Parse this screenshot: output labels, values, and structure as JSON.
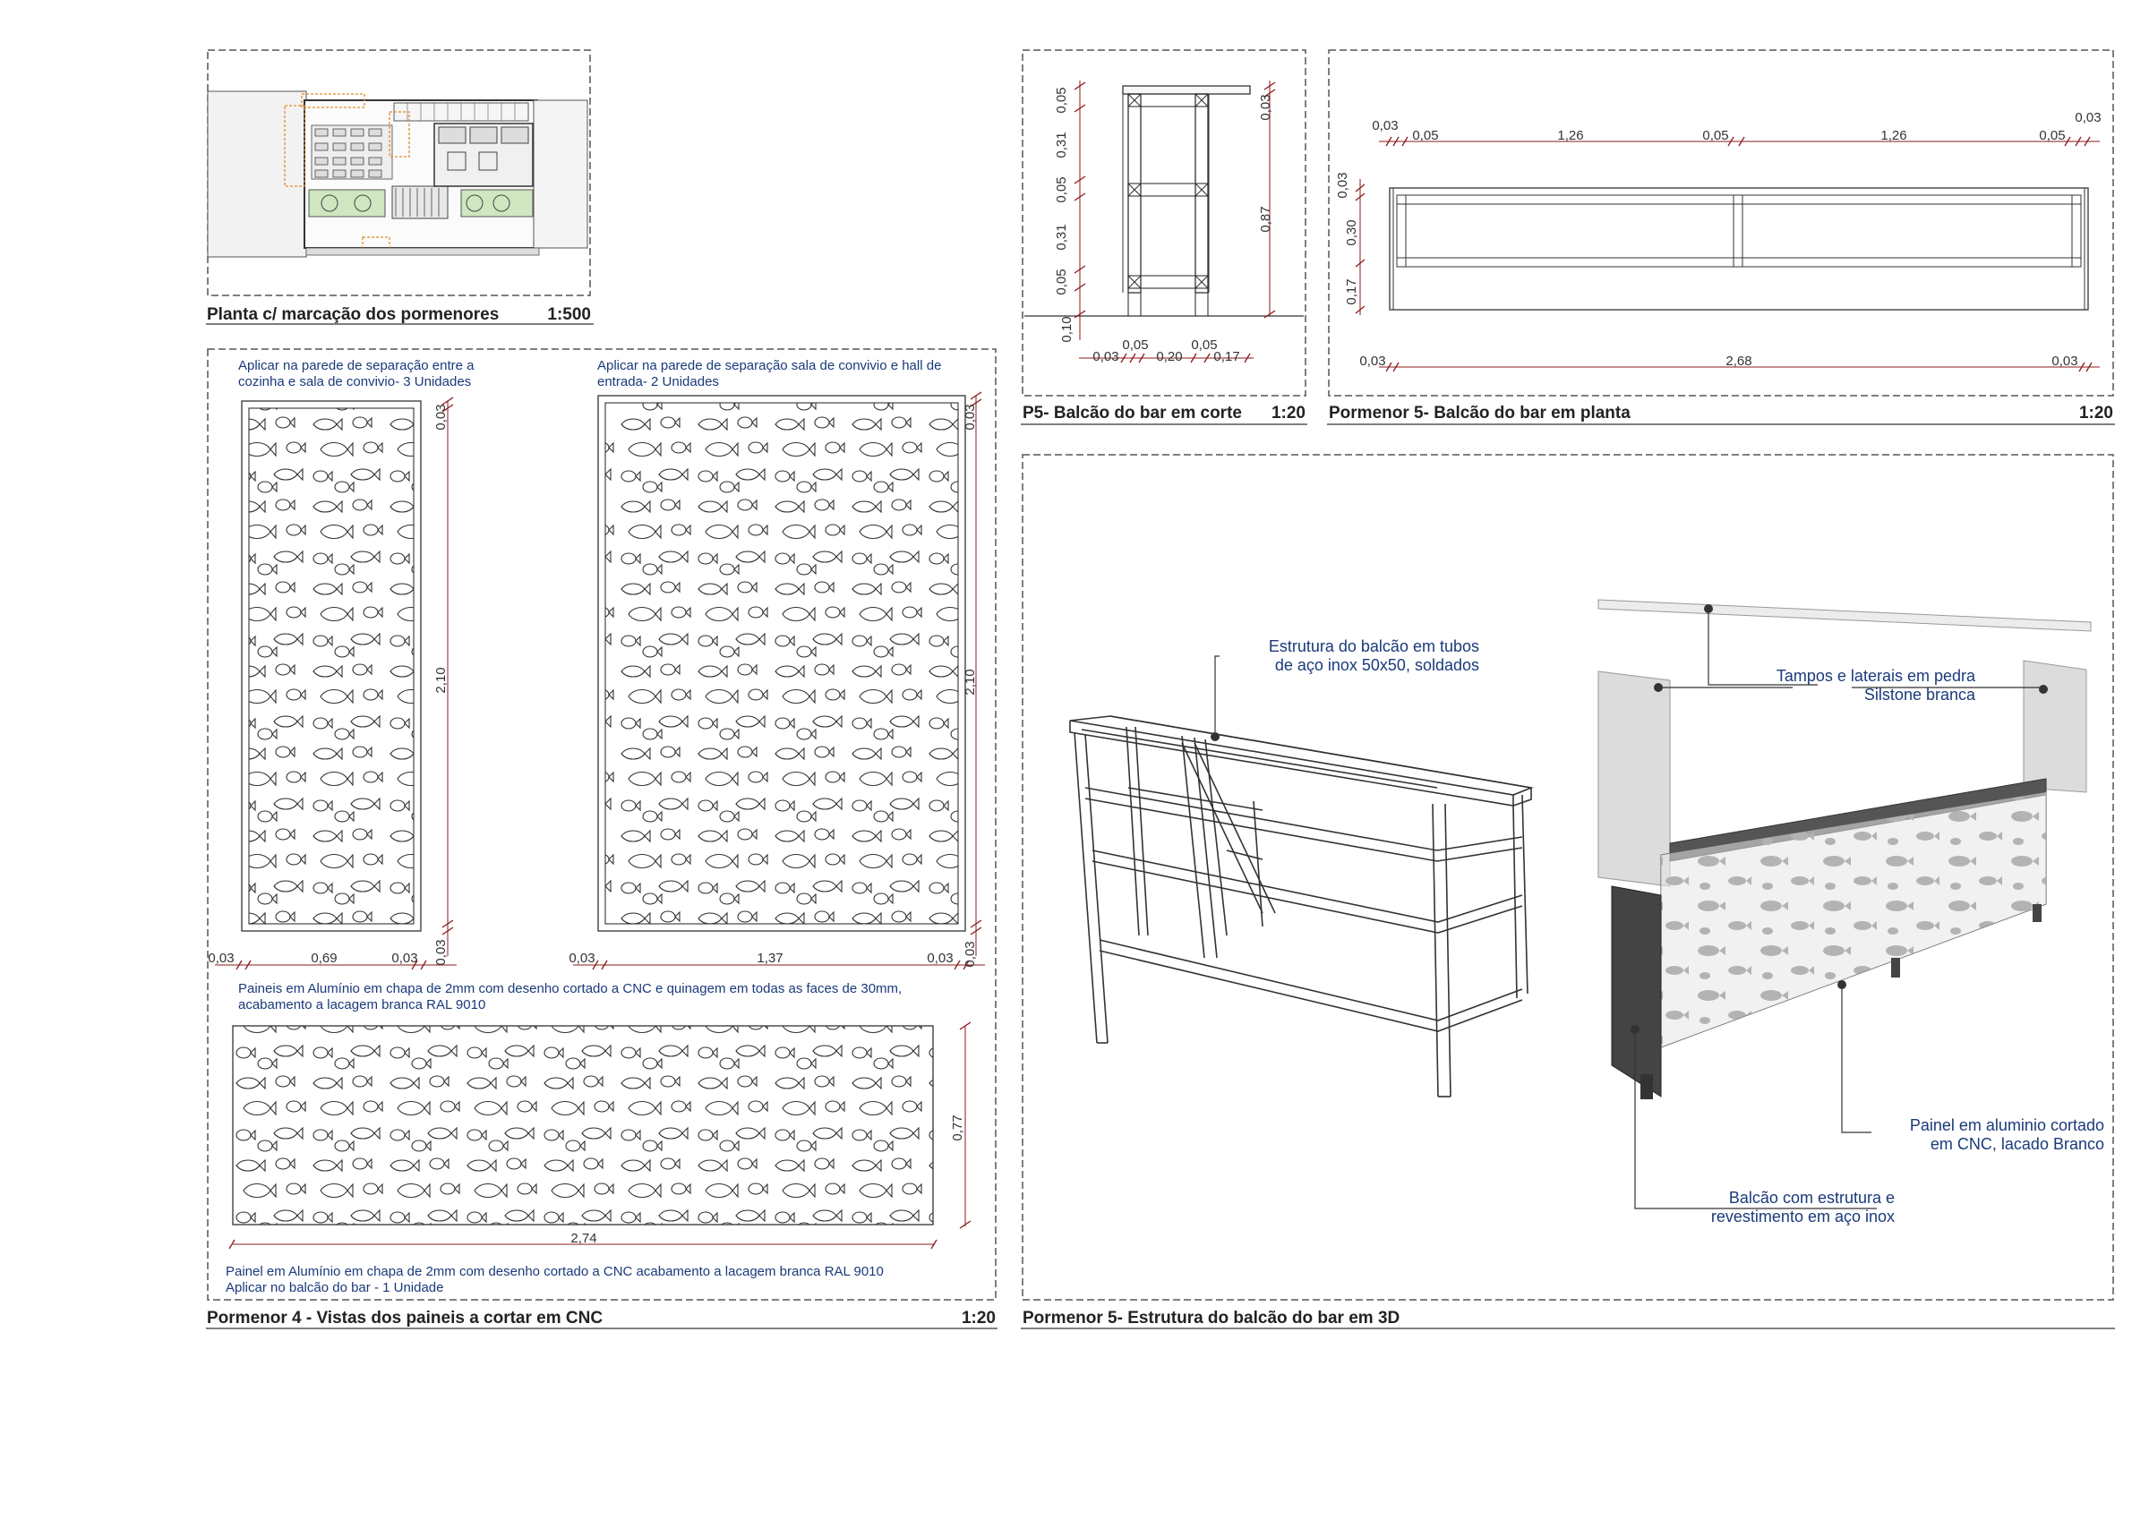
{
  "sheet": {
    "plan_title": "Planta c/ marcação dos pormenores",
    "plan_scale": "1:500",
    "corte_title": "P5- Balcão do bar em corte",
    "corte_scale": "1:20",
    "planta5_title": "Pormenor 5- Balcão do bar em planta",
    "planta5_scale": "1:20",
    "p4_title": "Pormenor 4 -  Vistas dos paineis a cortar em CNC",
    "p4_scale": "1:20",
    "p5_3d_title": "Pormenor 5-  Estrutura do balcão do bar em 3D"
  },
  "p4": {
    "panel1_note_l1": "Aplicar na parede de separação entre a",
    "panel1_note_l2": "cozinha e sala de convivio- 3 Unidades",
    "panel2_note_l1": "Aplicar na parede de separação  sala de convivio e hall de",
    "panel2_note_l2": "entrada- 2 Unidades",
    "vertical_note_l1": "Paineis em Alumínio  em chapa de 2mm com desenho cortado a CNC e quinagem em todas as faces de 30mm,",
    "vertical_note_l2": "acabamento a lacagem branca RAL 9010",
    "bar_note_l1": "Painel em Alumínio  em chapa de 2mm com desenho cortado a CNC acabamento a lacagem branca RAL 9010",
    "bar_note_l2": "Aplicar no balcão do bar - 1 Unidade",
    "dims": {
      "p1_top": "0,03",
      "p1_height": "2,10",
      "p1_bottom": "0,03",
      "p1_left": "0,03",
      "p1_width": "0,69",
      "p1_right": "0,03",
      "p2_top": "0,03",
      "p2_height": "2,10",
      "p2_bottom": "0,03",
      "p2_left": "0,03",
      "p2_width": "1,37",
      "p2_right": "0,03",
      "p3_height": "0,77",
      "p3_width": "2,74"
    }
  },
  "corte": {
    "v1": "0,05",
    "v2": "0,31",
    "v3": "0,05",
    "v4": "0,31",
    "v5": "0,05",
    "v6": "0,10",
    "r1": "0,03",
    "r2": "0,87",
    "b1": "0,05",
    "b2": "0,05",
    "b3": "0,03",
    "b4": "0,20",
    "b5": "0,17"
  },
  "planta5": {
    "t1": "0,03",
    "t2": "0,05",
    "t3": "1,26",
    "t4": "0,05",
    "t5": "1,26",
    "t6": "0,05",
    "t7": "0,03",
    "l1": "0,03",
    "l2": "0,30",
    "l3": "0,17",
    "b1": "0,03",
    "b2": "2,68",
    "b3": "0,03"
  },
  "p5_3d": {
    "callout1_l1": "Estrutura do balcão em tubos",
    "callout1_l2": "de aço inox 50x50, soldados",
    "callout2_l1": "Tampos e laterais em pedra",
    "callout2_l2": "Silstone branca",
    "callout3_l1": "Painel em aluminio cortado",
    "callout3_l2": "em CNC, lacado Branco",
    "callout4_l1": "Balcão com estrutura e",
    "callout4_l2": "revestimento em aço inox"
  },
  "colors": {
    "dimension_red": "#8b1a1a",
    "note_blue": "#1a3a7a",
    "line_dark": "#333333"
  }
}
